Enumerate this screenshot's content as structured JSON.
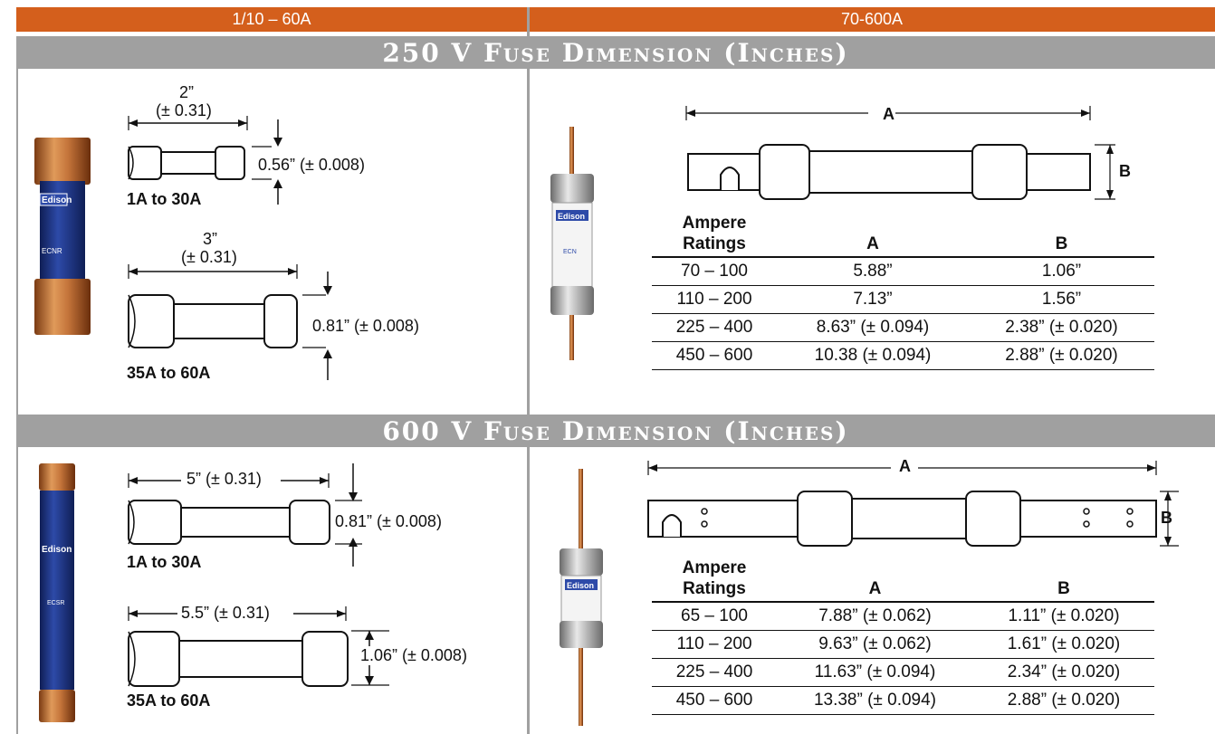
{
  "header": {
    "left_tab": "1/10 – 60A",
    "right_tab": "70-600A"
  },
  "sections": {
    "v250_title": "250 V Fuse Dimension (Inches)",
    "v600_title": "600 V Fuse Dimension (Inches)"
  },
  "v250_small": {
    "length": "2”",
    "length_tol": "(± 0.31)",
    "diameter": "0.56” (± 0.008)",
    "range": "1A to 30A"
  },
  "v250_large": {
    "length": "3”",
    "length_tol": "(± 0.31)",
    "diameter": "0.81” (± 0.008)",
    "range": "35A to 60A"
  },
  "v600_small": {
    "length": "5” (± 0.31)",
    "diameter": "0.81” (± 0.008)",
    "range": "1A to 30A"
  },
  "v600_large": {
    "length": "5.5” (± 0.31)",
    "diameter": "1.06” (± 0.008)",
    "range": "35A to 60A"
  },
  "labels": {
    "dim_a": "A",
    "dim_b": "B",
    "fuse_brand": "Edison",
    "fuse_model_250": "ECNR",
    "fuse_model_600": "ECSR",
    "fuse_model_big": "ECN"
  },
  "table_250": {
    "headers": [
      "Ampere",
      "Ratings",
      "A",
      "B"
    ],
    "rows": [
      [
        "70 – 100",
        "5.88”",
        "1.06”"
      ],
      [
        "110 – 200",
        "7.13”",
        "1.56”"
      ],
      [
        "225 – 400",
        "8.63” (± 0.094)",
        "2.38” (± 0.020)"
      ],
      [
        "450 – 600",
        "10.38 (± 0.094)",
        "2.88” (± 0.020)"
      ]
    ]
  },
  "table_600": {
    "headers": [
      "Ampere",
      "Ratings",
      "A",
      "B"
    ],
    "rows": [
      [
        "65 – 100",
        "7.88” (± 0.062)",
        "1.11” (± 0.020)"
      ],
      [
        "110 – 200",
        "9.63” (± 0.062)",
        "1.61” (± 0.020)"
      ],
      [
        "225 – 400",
        "11.63” (± 0.094)",
        "2.34” (± 0.020)"
      ],
      [
        "450 – 600",
        "13.38” (± 0.094)",
        "2.88” (± 0.020)"
      ]
    ]
  },
  "colors": {
    "orange": "#d45f1c",
    "gray": "#a0a0a0",
    "copper": "#c4743a",
    "fuse_blue": "#2a3d9a"
  }
}
